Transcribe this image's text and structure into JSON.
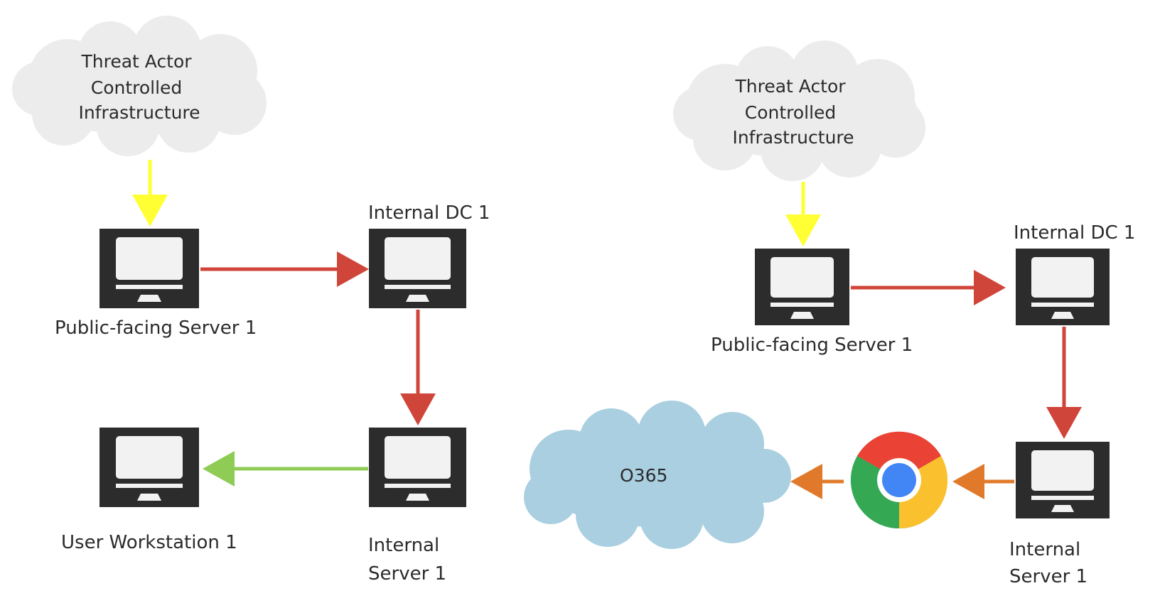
{
  "colors": {
    "initial_access": "#ffff33",
    "lateral_movement": "#d0453a",
    "user_path": "#8fcc55",
    "exfil": "#e07a2a",
    "actor_cloud": "#ececec",
    "o365_cloud": "#a9cfe0",
    "computer_frame": "#2c2c2c"
  },
  "left_diagram": {
    "cloud": [
      "Threat Actor",
      "Controlled",
      "Infrastructure"
    ],
    "public_server": [
      "Public-facing Server 1"
    ],
    "internal_dc": [
      "Internal DC 1"
    ],
    "internal_server": [
      "Internal",
      "Server 1"
    ],
    "workstation": [
      "User Workstation 1"
    ]
  },
  "right_diagram": {
    "cloud": [
      "Threat Actor",
      "Controlled",
      "Infrastructure"
    ],
    "public_server": [
      "Public-facing Server 1"
    ],
    "internal_dc": [
      "Internal DC 1"
    ],
    "internal_server": [
      "Internal",
      "Server 1"
    ],
    "o365": [
      "O365"
    ],
    "browser_icon": "chrome-browser-icon"
  }
}
